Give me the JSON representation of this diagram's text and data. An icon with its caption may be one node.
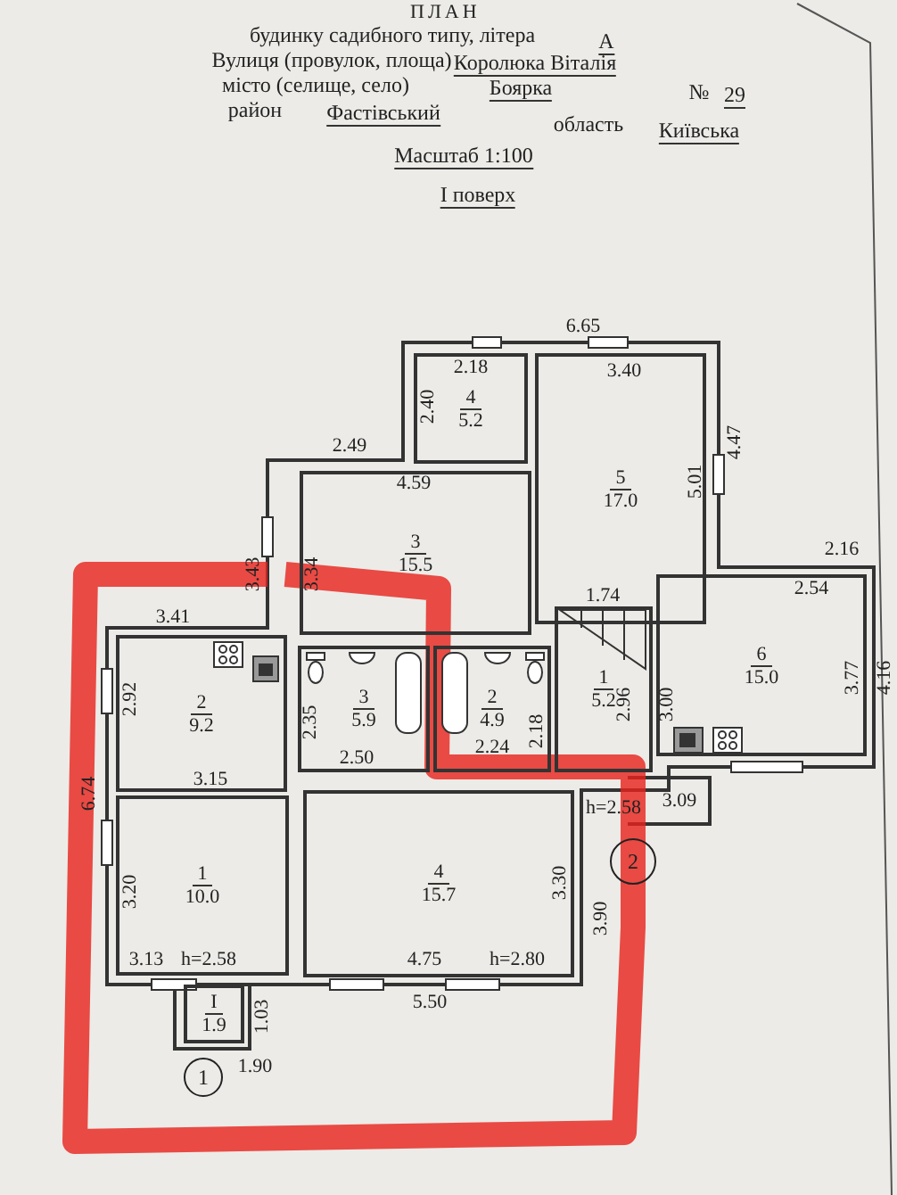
{
  "diagram": {
    "title": "ПЛАН",
    "nodes": [
      {
        "text": [
          "4",
          "5.2"
        ]
      },
      {
        "text": [
          "5",
          "17.0"
        ]
      },
      {
        "text": [
          "3",
          "15.5"
        ]
      },
      {
        "text": [
          "2",
          "9.2"
        ]
      },
      {
        "text": [
          "3",
          "5.9"
        ]
      },
      {
        "text": [
          "2",
          "4.9"
        ]
      },
      {
        "text": [
          "1",
          "5.2"
        ]
      },
      {
        "text": [
          "6",
          "15.0"
        ]
      },
      {
        "text": [
          "1",
          "10.0"
        ]
      },
      {
        "text": [
          "4",
          "15.7"
        ]
      },
      {
        "text": [
          "I",
          "1.9"
        ]
      },
      {
        "text": [
          "2"
        ]
      },
      {
        "text": [
          "1"
        ]
      }
    ],
    "edges": [],
    "labels": [
      "будинку садибного типу, літера",
      "А",
      "Вулиця (провулок, площа)",
      "Королюка Віталія",
      "місто (селище, село)",
      "Боярка",
      "№",
      "29",
      "район",
      "Фастівський",
      "область",
      "Київська",
      "Масштаб 1:100",
      "I поверх",
      "6.65",
      "2.18",
      "3.40",
      "2.40",
      "2.49",
      "4.47",
      "5.01",
      "4.59",
      "3.43",
      "3.34",
      "2.16",
      "2.54",
      "3.41",
      "1.74",
      "2.92",
      "2.35",
      "2.96",
      "3.00",
      "3.77",
      "4.16",
      "2.18",
      "6.74",
      "2.50",
      "2.24",
      "h=2.58",
      "3.15",
      "3.09",
      "3.20",
      "3.30",
      "3.90",
      "3.13",
      "h=2.58",
      "4.75",
      "h=2.80",
      "5.50",
      "1.03",
      "1.90"
    ]
  }
}
